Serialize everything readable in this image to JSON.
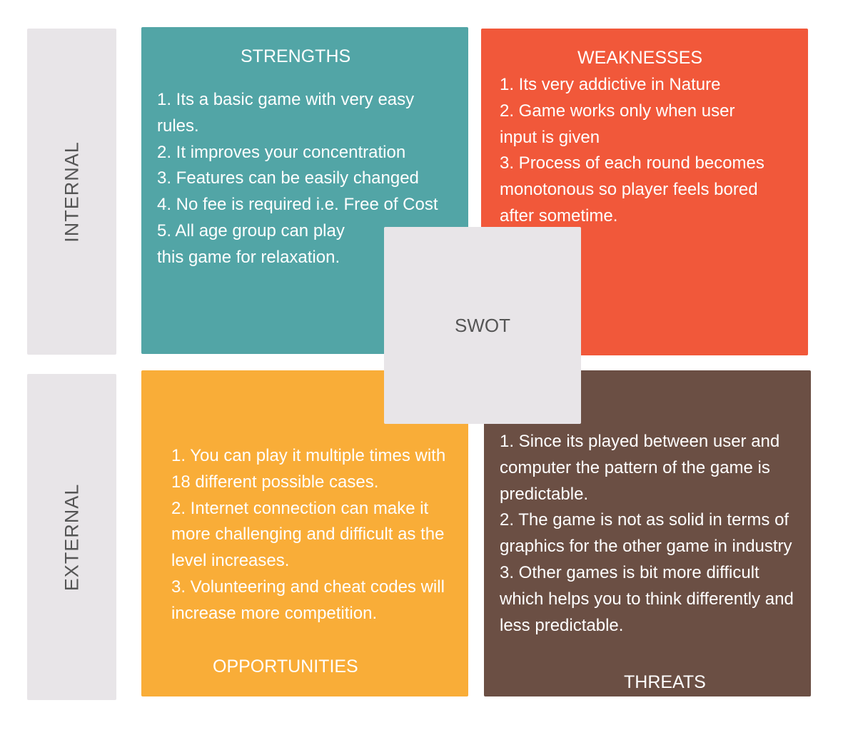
{
  "axes": {
    "internal": "INTERNAL",
    "external": "EXTERNAL"
  },
  "center": "SWOT",
  "strengths": {
    "title": "STRENGTHS",
    "items": [
      "1. Its a basic game with very easy rules.",
      "2. It improves your concentration",
      "3. Features can be easily changed",
      "4. No fee is required i.e. Free of Cost",
      "5. All age group can play this game for relaxation."
    ]
  },
  "weaknesses": {
    "title": "WEAKNESSES",
    "items": [
      "1. Its very addictive in Nature",
      "2. Game works only when user input is given",
      "3. Process of each round becomes monotonous so player feels bored after sometime."
    ]
  },
  "opportunities": {
    "title": "OPPORTUNITIES",
    "items": [
      "1. You can play it multiple times with 18 different possible cases.",
      "2. Internet connection can make it more challenging and difficult as the level increases.",
      "3. Volunteering and cheat codes will increase more competition."
    ]
  },
  "threats": {
    "title": "THREATS",
    "items": [
      "1. Since its played between user and computer the pattern of the game is predictable.",
      "2. The game is not as solid in terms of graphics for the other game in industry",
      "3. Other games is bit more difficult which helps you to think differently and less predictable."
    ]
  },
  "colors": {
    "strengths": "#52a5a6",
    "weaknesses": "#f1583a",
    "opportunities": "#f9ad38",
    "threats": "#6b4f44",
    "neutral": "#e8e5e8"
  }
}
